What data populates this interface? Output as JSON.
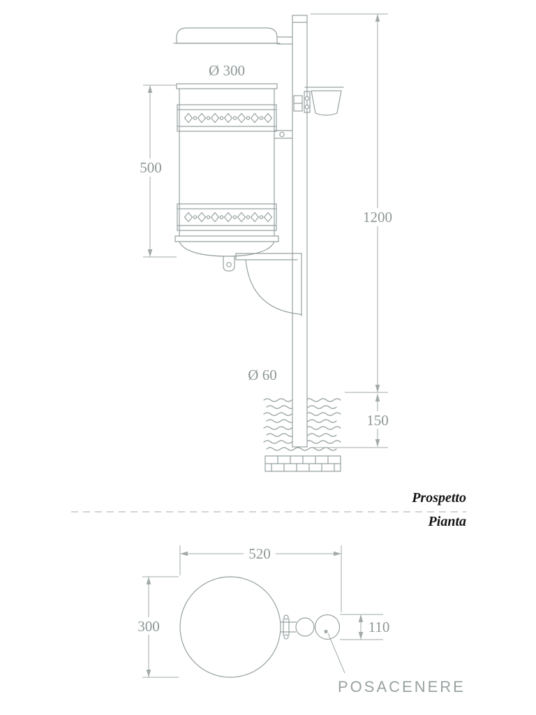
{
  "page": {
    "background": "#ffffff"
  },
  "elevation": {
    "title": "Prospetto",
    "dims": {
      "bin_diameter": "Ø 300",
      "bin_height": "500",
      "pole_height": "1200",
      "pole_diameter": "Ø 60",
      "embed_depth": "150"
    }
  },
  "plan": {
    "title": "Pianta",
    "dims": {
      "overall_width": "520",
      "bin_diameter": "300",
      "ashtray_diameter": "110"
    },
    "callout": "POSACENERE"
  },
  "colors": {
    "line": "#97a0a0",
    "dim_line": "#a2aaaa",
    "dim_text": "#8e9696",
    "title_text": "#141414",
    "callout_text": "#99a1a1",
    "background": "#ffffff"
  }
}
